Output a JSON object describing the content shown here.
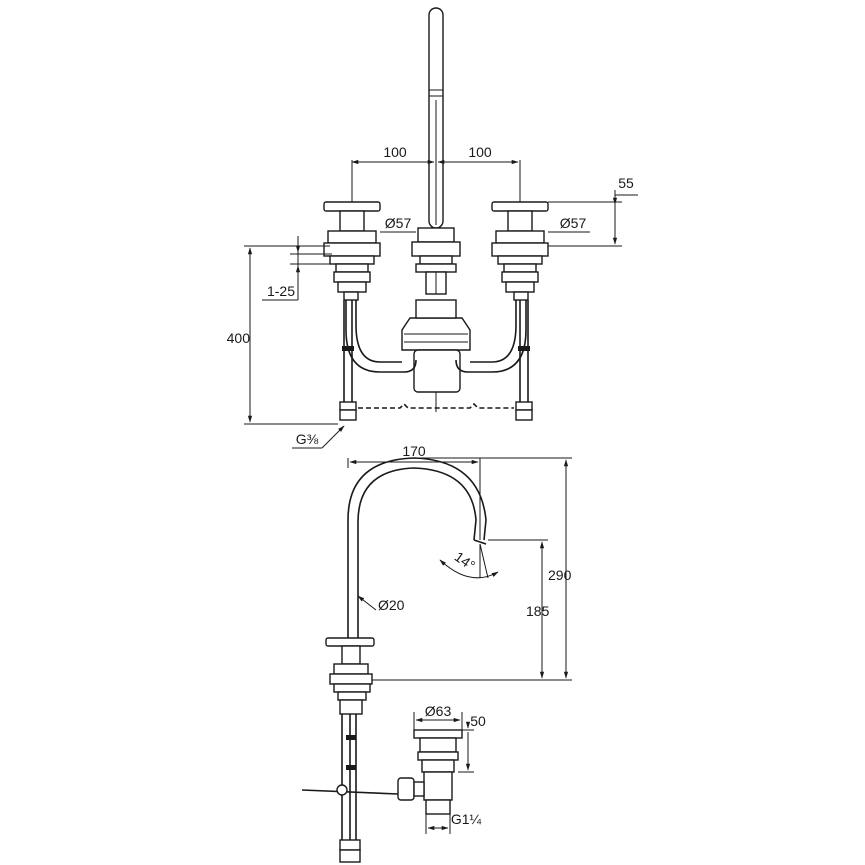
{
  "dimensions": {
    "spacing_left": "100",
    "spacing_right": "100",
    "handle_height": "55",
    "left_rosette": "Ø57",
    "right_rosette": "Ø57",
    "deck_thickness": "1-25",
    "total_height": "400",
    "connection_thread": "G⅜",
    "spout_reach": "170",
    "spout_angle": "14°",
    "pipe_diameter": "Ø20",
    "spout_height": "290",
    "outlet_height": "185",
    "waste_diameter": "Ø63",
    "waste_height": "50",
    "waste_thread": "G1¼"
  },
  "colors": {
    "line": "#1a1a1a",
    "background": "#ffffff"
  }
}
